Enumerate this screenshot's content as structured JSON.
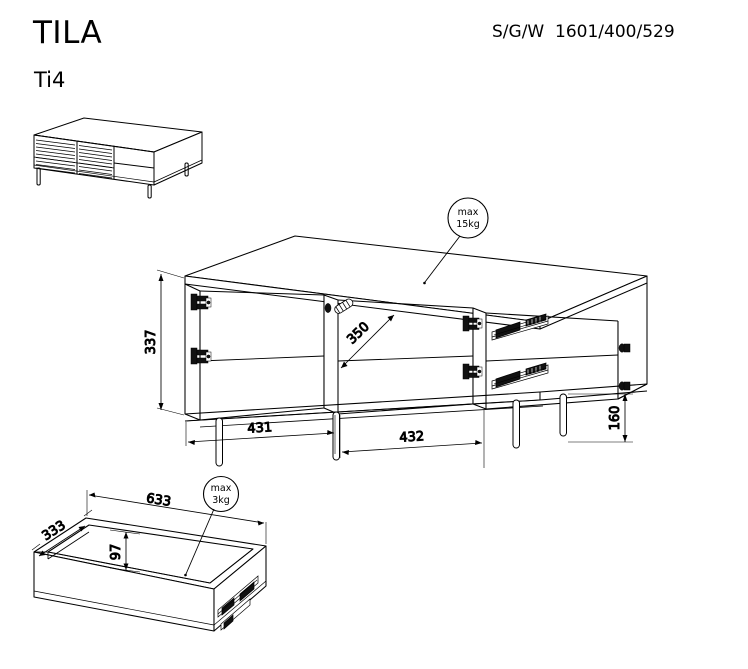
{
  "header": {
    "brand": "TILA",
    "model": "Ti4",
    "spec_label": "S/G/W",
    "spec_values": "1601/400/529",
    "spec_full": "S/G/W  1601/400/529"
  },
  "thumbnail": {
    "name": "product-isometric-thumbnail",
    "description": "TV stand with two ribbed doors and two drawers on legs"
  },
  "main_view": {
    "name": "main-exploded-isometric-view",
    "load_balloon": {
      "line1": "max",
      "line2": "15kg"
    },
    "dimensions": {
      "height_interior": "337",
      "depth_interior": "350",
      "width_left_section": "431",
      "width_middle_section": "432",
      "leg_height": "160"
    }
  },
  "drawer_view": {
    "name": "drawer-detail-isometric-view",
    "load_balloon": {
      "line1": "max",
      "line2": "3kg"
    },
    "dimensions": {
      "depth": "333",
      "width": "633",
      "height": "97"
    }
  },
  "colors": {
    "line": "#000000",
    "background": "#ffffff",
    "hardware": "#1a1a1a"
  }
}
